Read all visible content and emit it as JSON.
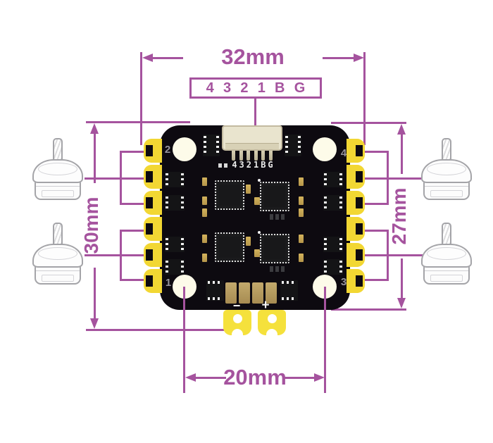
{
  "dimensions": {
    "top": "32mm",
    "left": "30mm",
    "right": "27mm",
    "bottom": "20mm"
  },
  "pin_box": {
    "items": [
      "4",
      "3",
      "2",
      "1",
      "B",
      "G"
    ]
  },
  "board": {
    "silkscreen": "4321BG",
    "corner_numbers": {
      "top_left": "2",
      "top_right": "4",
      "bottom_left": "1",
      "bottom_right": "3"
    },
    "battery_terminals": {
      "negative": "−",
      "positive": "+"
    }
  },
  "colors": {
    "dimension_purple": "#a5539e",
    "board_black": "#0d0a10",
    "pad_yellow": "#f2d733",
    "tab_yellow": "#f5e13c",
    "battery_pad_tan": "#b2935a",
    "connector_beige": "#e9e4ce"
  }
}
